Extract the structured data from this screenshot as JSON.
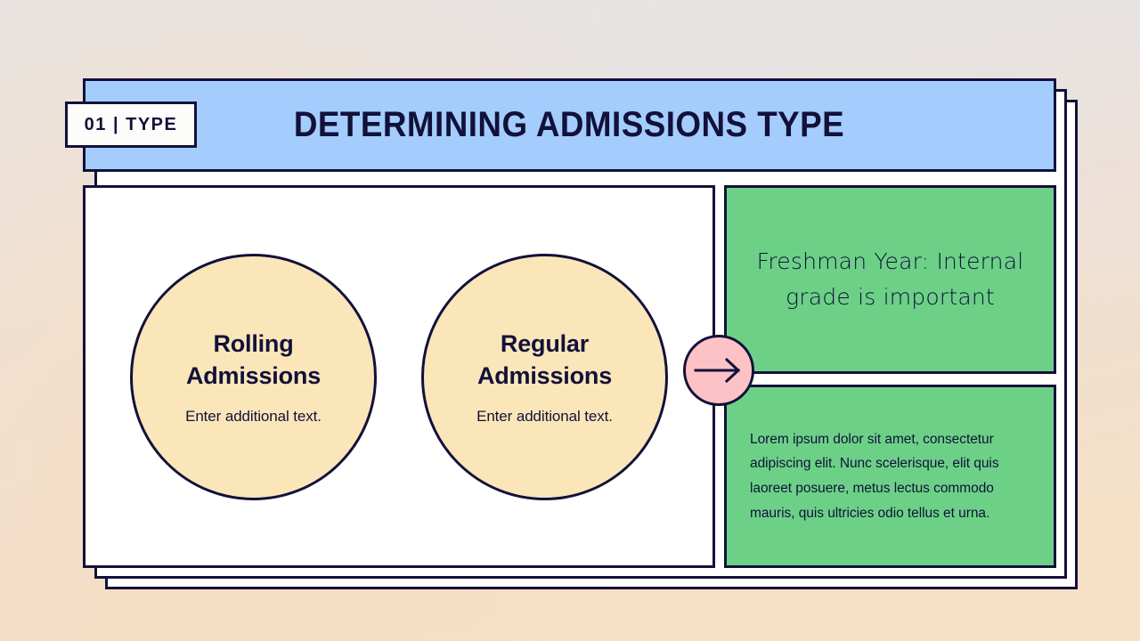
{
  "slide": {
    "section_number": "01",
    "section_divider": "|",
    "section_label": "TYPE",
    "badge_text": "01  |  TYPE",
    "title": "DETERMINING ADMISSIONS TYPE"
  },
  "bubbles": [
    {
      "title": "Rolling Admissions",
      "title_line1": "Rolling",
      "title_line2": "Admissions",
      "subtitle": "Enter additional text."
    },
    {
      "title": "Regular Admissions",
      "title_line1": "Regular",
      "title_line2": "Admissions",
      "subtitle": "Enter additional text."
    }
  ],
  "arrow": {
    "icon": "arrow-right-icon"
  },
  "panels": {
    "highlight": {
      "text": "Freshman Year: Internal grade is important"
    },
    "description": {
      "text": "Lorem ipsum dolor sit amet, consectetur adipiscing elit. Nunc scelerisque, elit quis laoreet posuere, metus lectus commodo mauris, quis ultricies odio tellus et urna."
    }
  },
  "colors": {
    "outline": "#12113a",
    "header_blue": "#a4cdfd",
    "bubble_cream": "#fbe6ba",
    "accent_green": "#6cd187",
    "accent_pink": "#fcc2c6",
    "card_white": "#ffffff",
    "background_top": "#e6e4e4",
    "background_bottom": "#f7e1c6"
  }
}
